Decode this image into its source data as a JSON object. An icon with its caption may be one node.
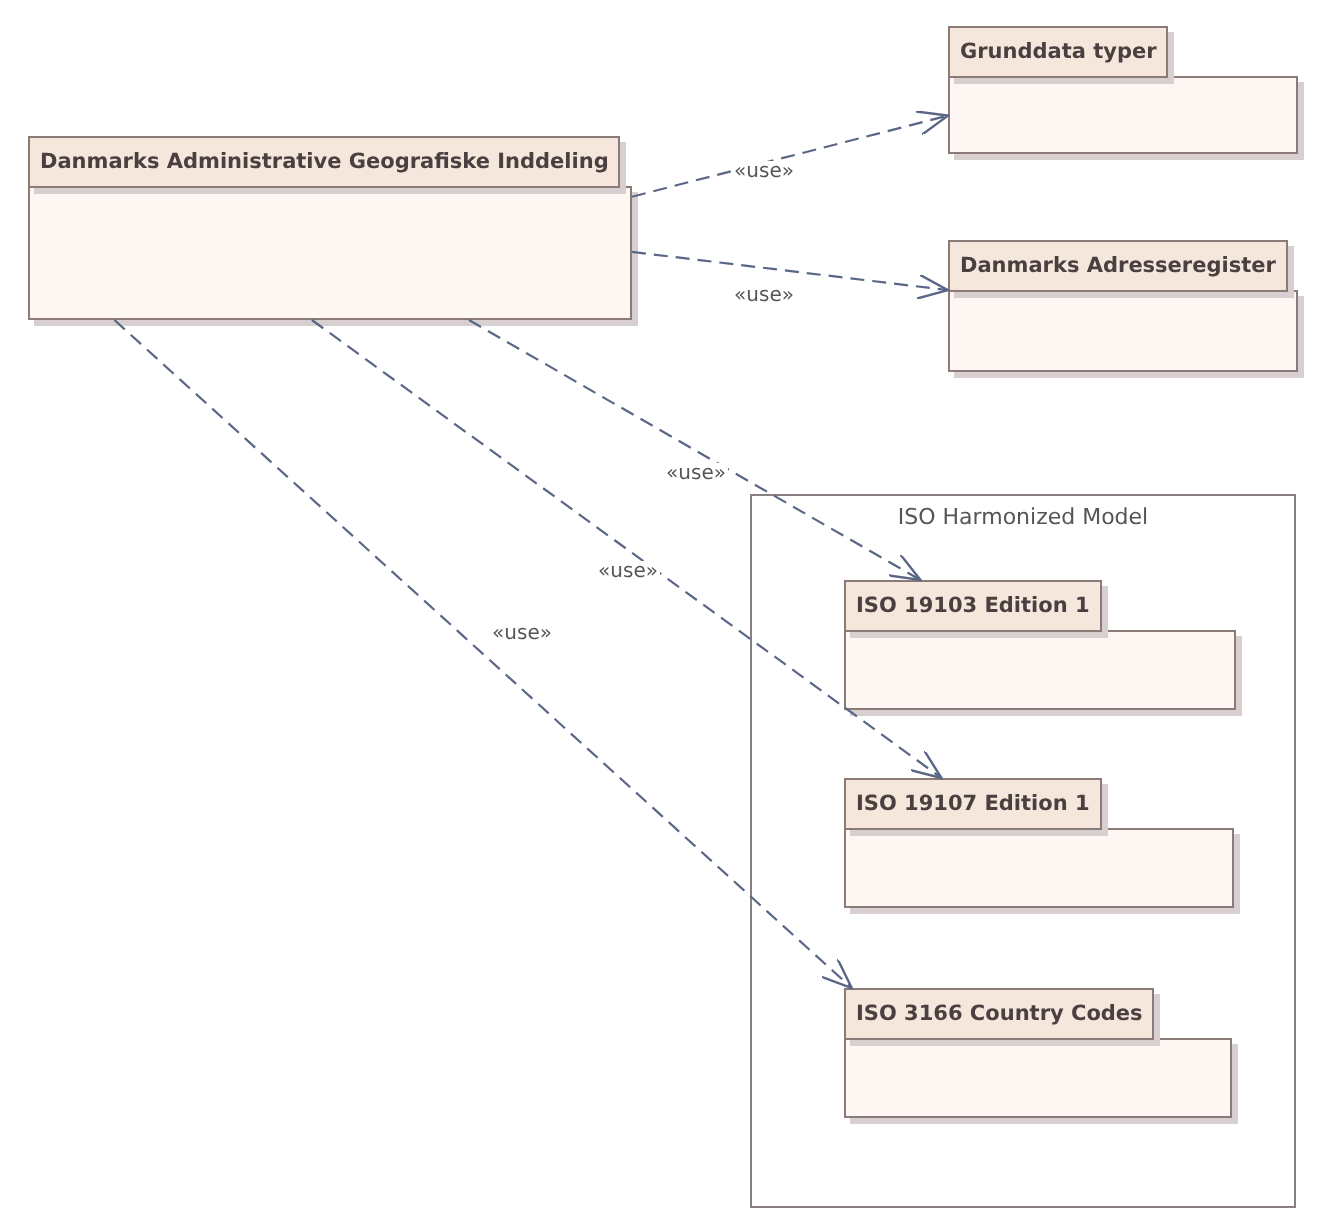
{
  "diagram": {
    "nodes": [
      {
        "text": [
          "Danmarks Administrative Geografiske Inddeling"
        ]
      },
      {
        "text": [
          "Grunddata typer"
        ]
      },
      {
        "text": [
          "Danmarks Adresseregister"
        ]
      },
      {
        "text": [
          "ISO Harmonized Model"
        ]
      },
      {
        "text": [
          "ISO 19103 Edition 1"
        ],
        "in": 3
      },
      {
        "text": [
          "ISO 19107 Edition 1"
        ],
        "in": 3
      },
      {
        "text": [
          "ISO 3166 Country Codes"
        ],
        "in": 3
      }
    ],
    "edges": [
      {
        "from": 0,
        "to": 1,
        "arrow": "to",
        "label": "«use»",
        "style": "dashed"
      },
      {
        "from": 0,
        "to": 2,
        "arrow": "to",
        "label": "«use»",
        "style": "dashed"
      },
      {
        "from": 0,
        "to": 4,
        "arrow": "to",
        "label": "«use»",
        "style": "dashed"
      },
      {
        "from": 0,
        "to": 5,
        "arrow": "to",
        "label": "«use»",
        "style": "dashed"
      },
      {
        "from": 0,
        "to": 6,
        "arrow": "to",
        "label": "«use»",
        "style": "dashed"
      }
    ]
  }
}
